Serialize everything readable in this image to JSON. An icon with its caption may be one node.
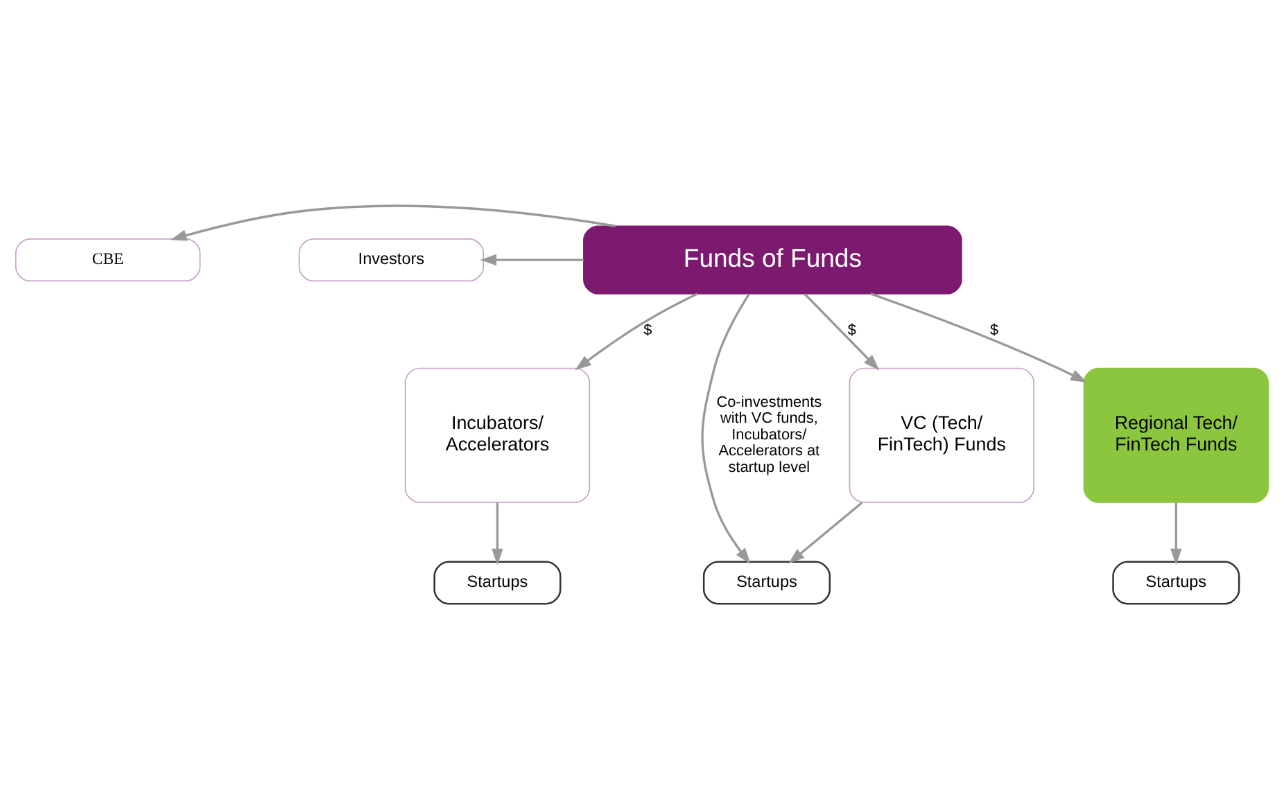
{
  "diagram": {
    "nodes": [
      {
        "text": [
          "CBE"
        ]
      },
      {
        "text": [
          "Investors"
        ]
      },
      {
        "text": [
          "Funds of Funds"
        ]
      },
      {
        "text": [
          "VC (Tech/ FinTech) Funds"
        ]
      },
      {
        "text": [
          "Incubators/ Accelerators"
        ]
      },
      {
        "text": [
          "Regional Tech/ FinTech Funds"
        ]
      },
      {
        "text": [
          "Startups"
        ]
      },
      {
        "text": [
          "Startups"
        ]
      },
      {
        "text": [
          "Startups"
        ]
      }
    ],
    "edges": [
      {
        "from": 2,
        "to": 0,
        "arrow": "to"
      },
      {
        "from": 2,
        "to": 1,
        "arrow": "to"
      },
      {
        "from": 2,
        "to": 3,
        "arrow": "to",
        "label": "$"
      },
      {
        "from": 2,
        "to": 4,
        "arrow": "to",
        "label": "$"
      },
      {
        "from": 2,
        "to": 5,
        "arrow": "to",
        "label": "$"
      },
      {
        "from": 3,
        "to": 6,
        "arrow": "to"
      },
      {
        "from": 4,
        "to": 7,
        "arrow": "to"
      },
      {
        "from": 5,
        "to": 8,
        "arrow": "to"
      },
      {
        "from": 2,
        "to": 6,
        "arrow": "to",
        "label": "Co-investments with VC funds, Incubators/ Accelerators at startup level"
      }
    ]
  }
}
